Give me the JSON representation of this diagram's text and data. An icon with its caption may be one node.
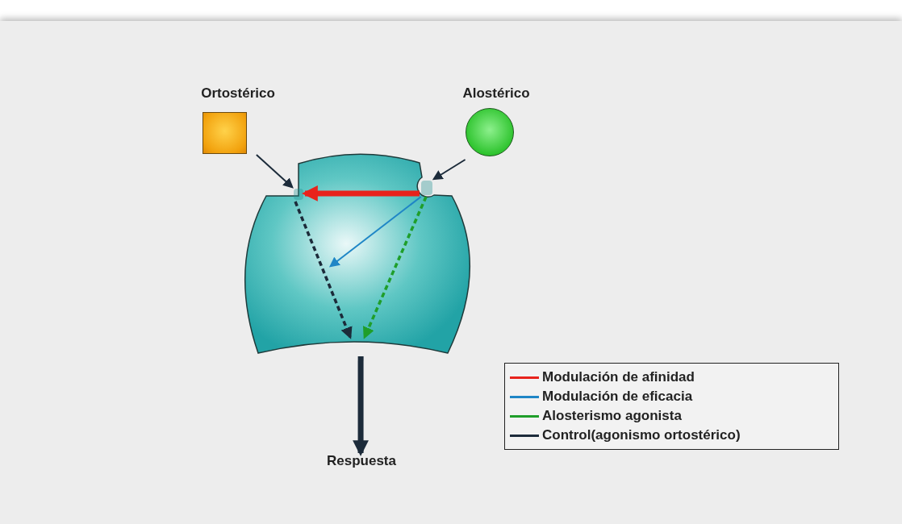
{
  "diagram": {
    "nodes": [
      {
        "text": [
          "Ortostérico"
        ]
      },
      {
        "text": [
          "Alostérico"
        ]
      },
      {
        "text": [],
        "shape": "picture"
      },
      {
        "text": [],
        "shape": "notch",
        "in": 2
      },
      {
        "text": [],
        "shape": "notch",
        "in": 2
      },
      {
        "text": [
          "Respuesta"
        ]
      }
    ],
    "edges": [
      {
        "from": 0,
        "to": 3,
        "arrow": "to"
      },
      {
        "from": 1,
        "to": 4,
        "arrow": "to"
      },
      {
        "from": 4,
        "to": 3,
        "arrow": "to",
        "style": "thick",
        "color": "#e8231c"
      },
      {
        "from": 4,
        "to": null,
        "arrow": "to",
        "color": "#1f86c6"
      },
      {
        "from": 4,
        "to": null,
        "arrow": "to",
        "style": "dashed",
        "color": "#1f9e2a"
      },
      {
        "from": 3,
        "to": null,
        "arrow": "to",
        "style": "dashed"
      },
      {
        "from": 2,
        "to": 5,
        "arrow": "to",
        "style": "thick"
      }
    ],
    "legend": [
      {
        "text": "Modulación de afinidad",
        "color": "#e8231c"
      },
      {
        "text": "Modulación de eficacia",
        "color": "#1f86c6"
      },
      {
        "text": "Alosterismo agonista",
        "color": "#1f9e2a"
      },
      {
        "text": "Control(agonismo ortostérico)",
        "color": "#1c2b3a"
      }
    ]
  }
}
